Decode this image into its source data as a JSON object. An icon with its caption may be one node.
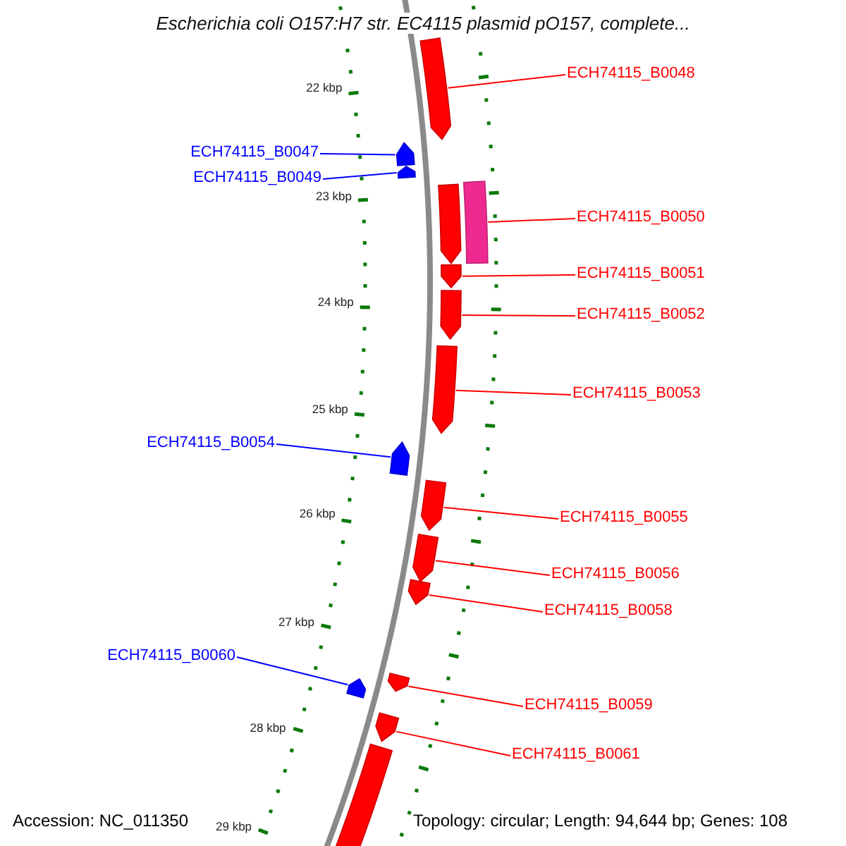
{
  "diagram": {
    "title": "Escherichia coli O157:H7 str. EC4115 plasmid pO157, complete...",
    "nodes": [
      {
        "text": [
          "ECH74115_B0048"
        ]
      },
      {
        "text": [
          "ECH74115_B0047"
        ]
      },
      {
        "text": [
          "ECH74115_B0049"
        ]
      },
      {
        "text": [
          "ECH74115_B0050"
        ]
      },
      {
        "text": [
          "ECH74115_B0051"
        ]
      },
      {
        "text": [
          "ECH74115_B0052"
        ]
      },
      {
        "text": [
          "ECH74115_B0053"
        ]
      },
      {
        "text": [
          "ECH74115_B0054"
        ]
      },
      {
        "text": [
          "ECH74115_B0055"
        ]
      },
      {
        "text": [
          "ECH74115_B0056"
        ]
      },
      {
        "text": [
          "ECH74115_B0058"
        ]
      },
      {
        "text": [
          "ECH74115_B0060"
        ]
      },
      {
        "text": [
          "ECH74115_B0059"
        ]
      },
      {
        "text": [
          "ECH74115_B0061"
        ]
      },
      {
        "text": [],
        "shape": "pentagon"
      },
      {
        "text": [],
        "shape": "pentagon"
      },
      {
        "text": [],
        "shape": "pentagon"
      },
      {
        "text": [],
        "shape": "pentagon"
      },
      {
        "text": [],
        "shape": "pentagon"
      },
      {
        "text": [],
        "shape": "pentagon"
      },
      {
        "text": [],
        "shape": "pentagon"
      },
      {
        "text": [],
        "shape": "pentagon"
      },
      {
        "text": [],
        "shape": "pentagon"
      },
      {
        "text": [],
        "shape": "pentagon"
      },
      {
        "text": [],
        "shape": "bar"
      },
      {
        "text": [],
        "shape": "bar"
      },
      {
        "text": [],
        "shape": "pentagon"
      },
      {
        "text": [],
        "shape": "pentagon"
      },
      {
        "text": [],
        "shape": "pentagon"
      },
      {
        "text": [],
        "shape": "pentagon"
      }
    ],
    "edges": [
      {
        "from": 0,
        "to": 14,
        "arrow": "none"
      },
      {
        "from": 1,
        "to": 26,
        "arrow": "none",
        "color": "#0000ff"
      },
      {
        "from": 2,
        "to": 27,
        "arrow": "none",
        "color": "#0000ff"
      },
      {
        "from": 3,
        "to": 25,
        "arrow": "none"
      },
      {
        "from": 4,
        "to": 16,
        "arrow": "none"
      },
      {
        "from": 5,
        "to": 17,
        "arrow": "none"
      },
      {
        "from": 6,
        "to": 18,
        "arrow": "none"
      },
      {
        "from": 7,
        "to": 28,
        "arrow": "none",
        "color": "#0000ff"
      },
      {
        "from": 8,
        "to": 19,
        "arrow": "none"
      },
      {
        "from": 9,
        "to": 20,
        "arrow": "none"
      },
      {
        "from": 10,
        "to": 21,
        "arrow": "none"
      },
      {
        "from": 11,
        "to": 29,
        "arrow": "none",
        "color": "#0000ff"
      },
      {
        "from": 12,
        "to": 22,
        "arrow": "none"
      },
      {
        "from": 13,
        "to": 23,
        "arrow": "none"
      }
    ],
    "labels": [
      "22 kbp",
      "23 kbp",
      "24 kbp",
      "25 kbp",
      "26 kbp",
      "27 kbp",
      "28 kbp",
      "29 kbp",
      "Accession: NC_011350",
      "Topology: circular; Length: 94,644 bp; Genes: 108"
    ]
  }
}
